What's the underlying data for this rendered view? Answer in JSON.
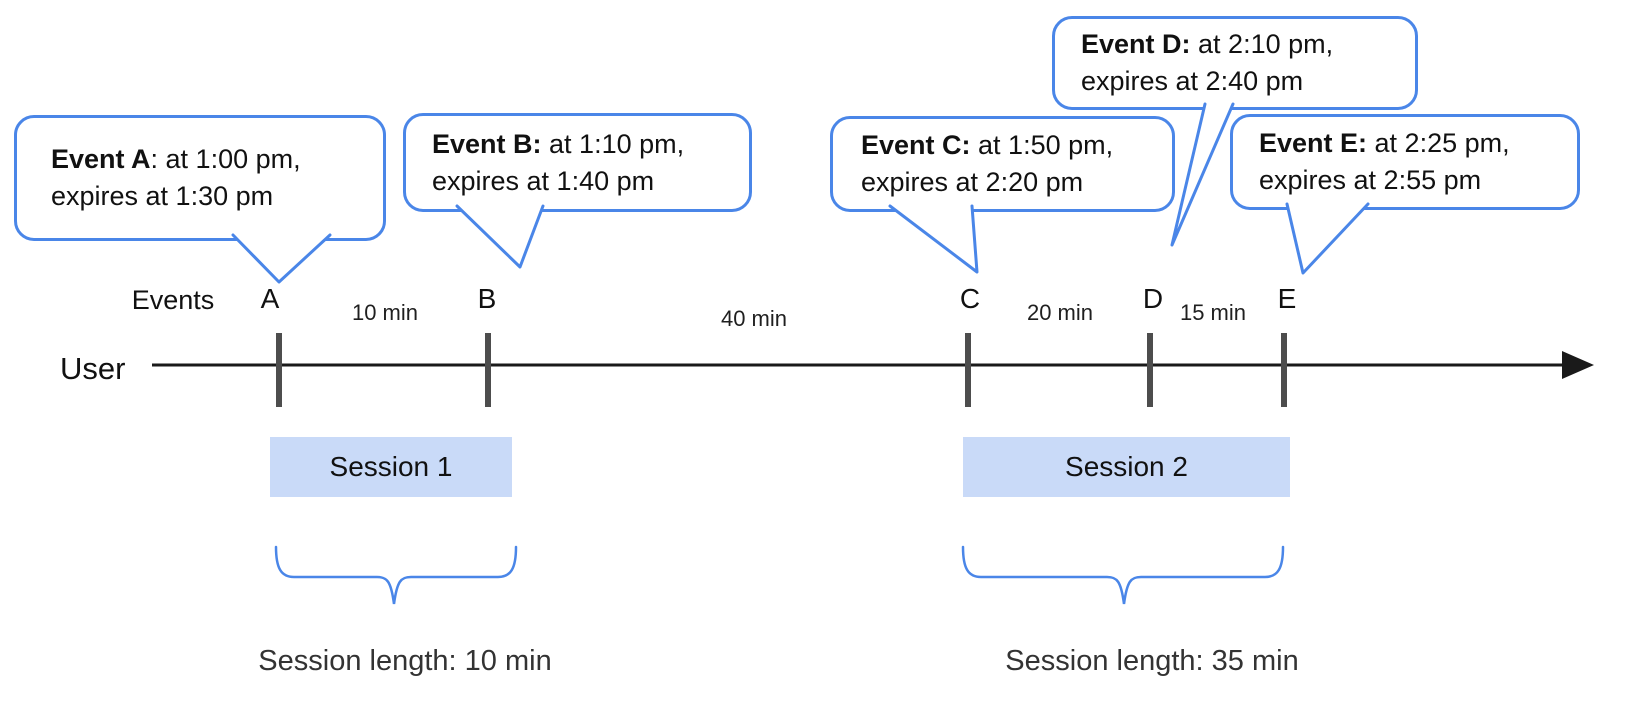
{
  "diagram": {
    "events_axis_label": "Events",
    "user_label": "User"
  },
  "bubbles": [
    {
      "bold": "Event A",
      "rest": ": at 1:00 pm,",
      "line2": "expires at 1:30 pm"
    },
    {
      "bold": "Event B:",
      "rest": " at 1:10 pm,",
      "line2": "expires at 1:40 pm"
    },
    {
      "bold": "Event C:",
      "rest": " at 1:50 pm,",
      "line2": "expires at 2:20 pm"
    },
    {
      "bold": "Event D:",
      "rest": " at 2:10 pm,",
      "line2": "expires at 2:40 pm"
    },
    {
      "bold": "Event E:",
      "rest": " at 2:25 pm,",
      "line2": "expires at 2:55 pm"
    }
  ],
  "event_letters": [
    "A",
    "B",
    "C",
    "D",
    "E"
  ],
  "gaps": [
    "10 min",
    "40 min",
    "20 min",
    "15 min"
  ],
  "sessions": [
    {
      "label": "Session 1",
      "length": "Session length: 10 min"
    },
    {
      "label": "Session 2",
      "length": "Session length: 35 min"
    }
  ],
  "colors": {
    "accent_blue": "#4a86e8",
    "session_fill": "#c9daf8",
    "tick_gray": "#4d4d4d",
    "line_black": "#1a1a1a"
  }
}
